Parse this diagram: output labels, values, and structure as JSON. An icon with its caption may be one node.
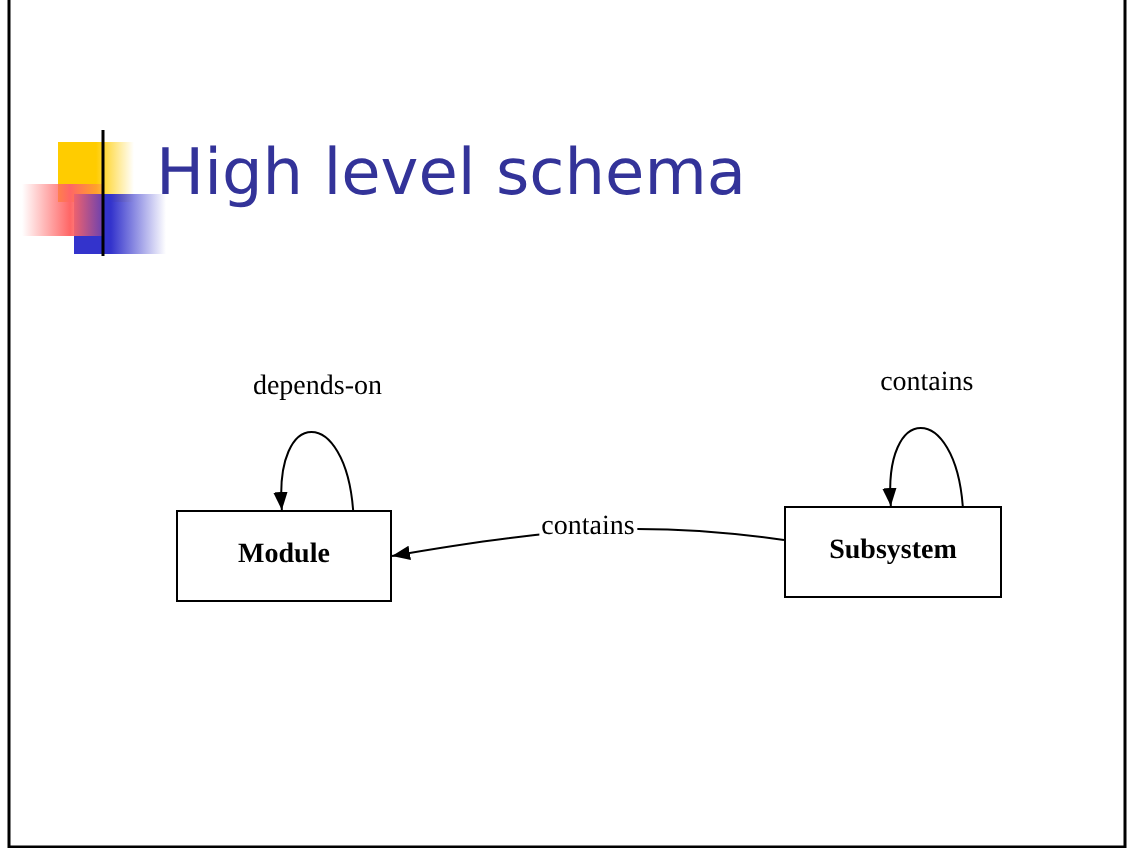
{
  "diagram": {
    "title": "High level schema",
    "nodes": [
      {
        "text": [
          "Module"
        ]
      },
      {
        "text": [
          "Subsystem"
        ]
      }
    ],
    "edges": [
      {
        "from": 0,
        "to": 0,
        "arrow": "to",
        "label": "depends-on"
      },
      {
        "from": 1,
        "to": 1,
        "arrow": "to",
        "label": "contains"
      },
      {
        "from": 1,
        "to": 0,
        "arrow": "to",
        "label": "contains"
      }
    ]
  }
}
